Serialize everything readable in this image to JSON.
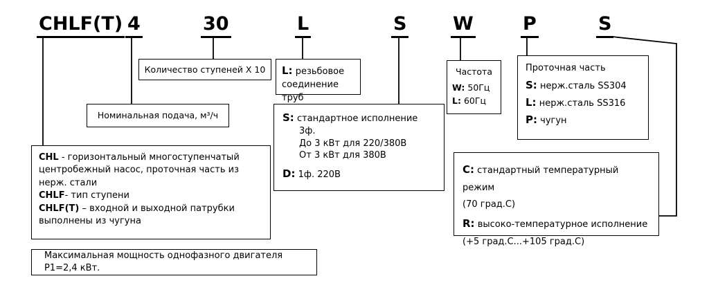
{
  "colors": {
    "background": "#ffffff",
    "text": "#000000",
    "line": "#000000"
  },
  "code": {
    "parts": [
      "CHLF(T)",
      "4",
      "30",
      "L",
      "S",
      "W",
      "P",
      "S"
    ]
  },
  "boxes": {
    "stages": {
      "text": "Количество ступеней X 10"
    },
    "thread": {
      "prefix": "L:",
      "text": "резьбовое соединение труб"
    },
    "frequency": {
      "title": "Частота",
      "items": [
        {
          "prefix": "W:",
          "text": "50Гц"
        },
        {
          "prefix": "L:",
          "text": "60Гц"
        }
      ]
    },
    "flow_part": {
      "title": "Проточная часть",
      "items": [
        {
          "prefix": "S:",
          "text": "нерж.сталь SS304"
        },
        {
          "prefix": "L:",
          "text": "нерж.сталь SS316"
        },
        {
          "prefix": "P:",
          "text": "чугун"
        }
      ]
    },
    "nominal_flow": {
      "text": "Номинальная подача, м³/ч"
    },
    "execution": {
      "s_prefix": "S:",
      "s_text": "стандартное исполнение",
      "sub_items": [
        "3ф.",
        "До 3 кВт для 220/380В",
        "От 3 кВт для 380В"
      ],
      "d_prefix": "D:",
      "d_text": "1ф. 220В"
    },
    "pump_type": {
      "items": [
        {
          "prefix": "CHL",
          "text": " - горизонтальный многоступенчатый центробежный насос, проточная часть из нерж. стали"
        },
        {
          "prefix": "CHLF",
          "text": "- тип ступени"
        },
        {
          "prefix": "CHLF(T)",
          "text": " – входной и выходной патрубки выполнены из чугуна"
        }
      ]
    },
    "temperature": {
      "items": [
        {
          "prefix": "C:",
          "text": "стандартный температурный режим"
        },
        {
          "prefix": "",
          "text": "(70 град.С)"
        },
        {
          "prefix": "R:",
          "text": "высоко-температурное исполнение"
        },
        {
          "prefix": "",
          "text": "(+5 град.С...+105 град.С)"
        }
      ]
    },
    "max_power": {
      "text": "Максимальная мощность однофазного двигателя P1=2,4 кВт."
    }
  }
}
